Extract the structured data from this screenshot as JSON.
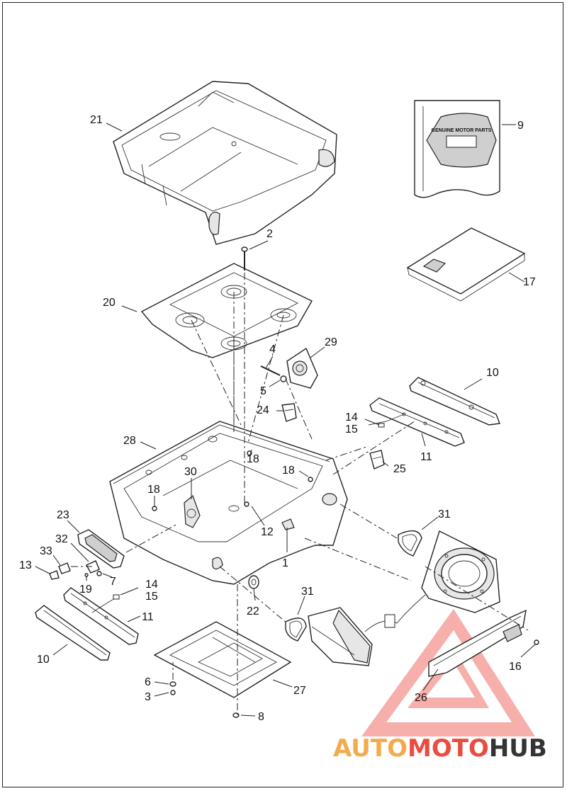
{
  "diagram": {
    "callouts": {
      "c1": "1",
      "c2": "2",
      "c3": "3",
      "c4": "4",
      "c5": "5",
      "c6": "6",
      "c7": "7",
      "c8": "8",
      "c9": "9",
      "c10a": "10",
      "c10b": "10",
      "c11a": "11",
      "c11b": "11",
      "c12": "12",
      "c13": "13",
      "c14a": "14",
      "c14b": "14",
      "c15a": "15",
      "c15b": "15",
      "c16": "16",
      "c17": "17",
      "c18a": "18",
      "c18b": "18",
      "c18c": "18",
      "c19": "19",
      "c20": "20",
      "c21": "21",
      "c22": "22",
      "c23": "23",
      "c24": "24",
      "c25": "25",
      "c26": "26",
      "c27": "27",
      "c28": "28",
      "c29": "29",
      "c30": "30",
      "c31a": "31",
      "c31b": "31",
      "c32": "32",
      "c33": "33"
    }
  },
  "watermark": {
    "part1": "AUTO",
    "part2": "MOTO",
    "part3": "HUB",
    "color1": "#f2a23a",
    "color2": "#e8392b",
    "color3": "#1f1f1f"
  },
  "logo_text": "GENUINE MOTOR PARTS"
}
